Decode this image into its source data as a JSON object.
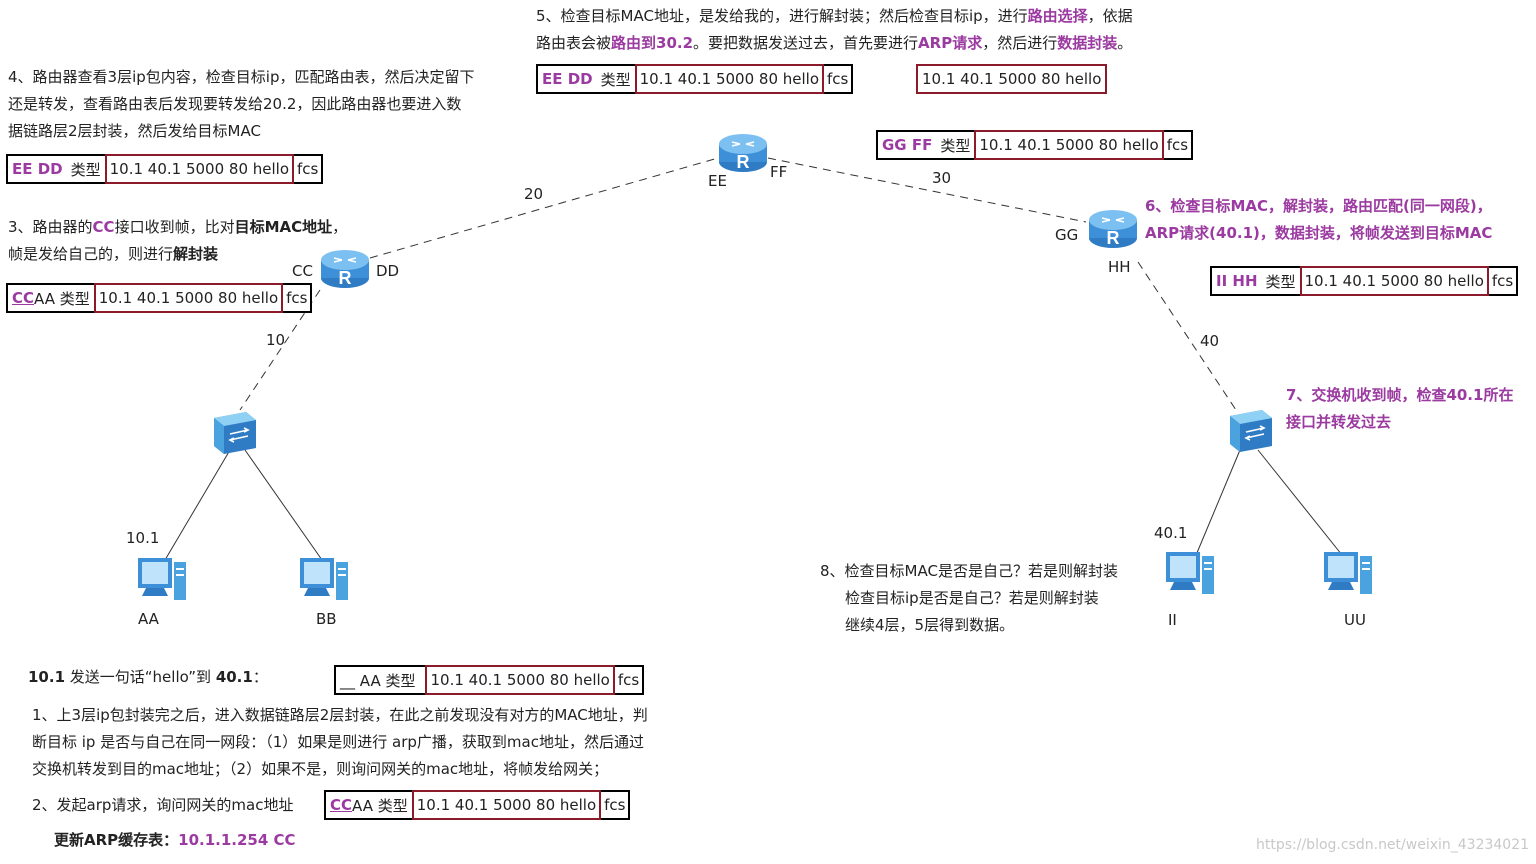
{
  "links": {
    "l20": "20",
    "l30": "30",
    "l10": "10",
    "l40": "40"
  },
  "routers": {
    "r1": {
      "left": "CC",
      "right": "DD"
    },
    "r2": {
      "left": "EE",
      "right": "FF"
    },
    "r3": {
      "left": "GG",
      "right": "HH"
    }
  },
  "hosts": {
    "aa": "AA",
    "bb": "BB",
    "ii": "II",
    "uu": "UU",
    "aa_ip": "10.1",
    "ii_ip": "40.1"
  },
  "payload": "10.1 40.1 5000 80 hello",
  "fcs": "fcs",
  "type_word": "类型",
  "frames": {
    "f4": {
      "mac": "EE DD"
    },
    "f5": {
      "mac": "EE DD"
    },
    "f5b": {
      "mac": "GG FF"
    },
    "f3": {
      "mac_cc": "CC",
      "mac_rest": "AA 类型"
    },
    "f6": {
      "mac": "II HH"
    },
    "f1": {
      "mac": "__ AA 类型"
    },
    "f2": {
      "mac_cc": "CC",
      "mac_rest": "AA 类型"
    }
  },
  "notes": {
    "n5": {
      "l1": "5、检查目标MAC地址，是发给我的，进行解封装；然后检查目标ip，进行",
      "l1b": "路由选择",
      "l1c": "，依据",
      "l2": "路由表会被",
      "l2b": "路由到30.2",
      "l2c": "。要把数据发送过去，首先要进行",
      "l2d": "ARP请求",
      "l2e": "，然后进行",
      "l2f": "数据封装",
      "l2g": "。"
    },
    "n4": {
      "l1": "4、路由器查看3层ip包内容，检查目标ip，匹配路由表，然后决定留下",
      "l2": "还是转发，查看路由表后发现要转发给20.2，因此路由器也要进入数",
      "l3": "据链路层2层封装，然后发给目标MAC"
    },
    "n3": {
      "l1a": "3、路由器的",
      "l1b": "CC",
      "l1c": "接口收到帧，比对",
      "l1d": "目标MAC地址",
      "l1e": "，",
      "l2a": "帧是发给自己的，则进行",
      "l2b": "解封装"
    },
    "n6": {
      "l1": "6、检查目标MAC，解封装，路由匹配(同一网段)，",
      "l2": "ARP请求(40.1)，数据封装，将帧发送到目标MAC"
    },
    "n7": {
      "l1": "7、交换机收到帧，检查40.1所在",
      "l2": "接口并转发过去"
    },
    "n8": {
      "l1": "8、检查目标MAC是否是自己？若是则解封装",
      "l2": "检查目标ip是否是自己？若是则解封装",
      "l3": "继续4层，5层得到数据。"
    },
    "n0": {
      "a": "10.1",
      "b": " 发送一句话“hello”到 ",
      "c": "40.1",
      "d": "："
    },
    "n1": {
      "l1": "1、上3层ip包封装完之后，进入数据链路层2层封装，在此之前发现没有对方的MAC地址，判",
      "l2": "断目标 ip 是否与自己在同一网段：（1）如果是则进行 arp广播，获取到mac地址，然后通过",
      "l3": "交换机转发到目的mac地址；（2）如果不是，则询问网关的mac地址，将帧发给网关；"
    },
    "n2": {
      "l1": "2、发起arp请求，询问网关的mac地址"
    },
    "arp": {
      "a": "更新ARP缓存表：",
      "b": "10.1.1.254 CC"
    }
  },
  "watermark": "https://blog.csdn.net/weixin_43234021",
  "colors": {
    "accent": "#9b3aa0",
    "payload_border": "#8b1a2b",
    "router": "#3d8fd8",
    "switch": "#4aa3df"
  }
}
